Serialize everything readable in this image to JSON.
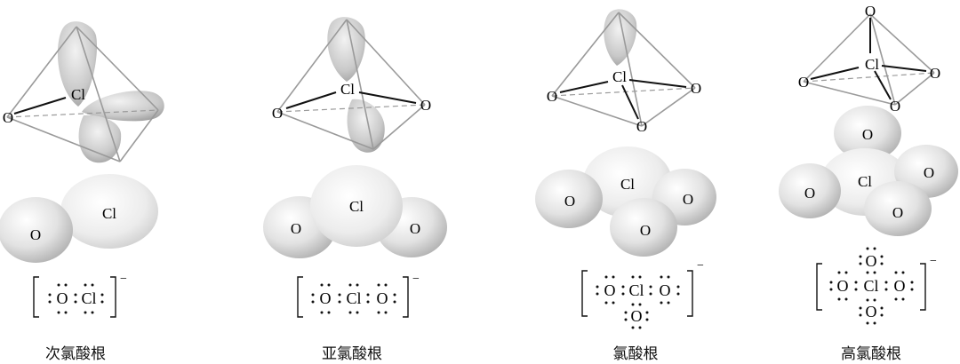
{
  "ions": [
    {
      "name": "次氯酸根",
      "atoms": [
        "O",
        "Cl"
      ],
      "lewis": [
        "O",
        "Cl"
      ],
      "charge": "−"
    },
    {
      "name": "亚氯酸根",
      "atoms": [
        "Cl",
        "O",
        "O"
      ],
      "lewis": [
        "O",
        "Cl",
        "O"
      ],
      "charge": "−"
    },
    {
      "name": "氯酸根",
      "atoms": [
        "Cl",
        "O",
        "O",
        "O"
      ],
      "lewis": [
        "O",
        "Cl",
        "O",
        "O"
      ],
      "charge": "−"
    },
    {
      "name": "高氯酸根",
      "atoms": [
        "O",
        "Cl",
        "O",
        "O",
        "O"
      ],
      "lewis": [
        "O",
        "O",
        "Cl",
        "O",
        "O"
      ],
      "charge": "−"
    }
  ]
}
